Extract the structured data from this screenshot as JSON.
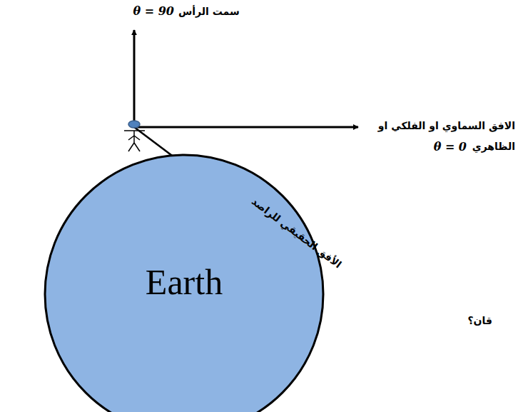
{
  "diagram": {
    "nodes": [
      {
        "text": [
          "Earth"
        ]
      }
    ],
    "edges": [],
    "labels": [
      "سمت الرأس",
      "θ = 90",
      "الافق السماوي او الفلكي او",
      "θ = 0",
      "الظاهري",
      "الأفق الحقيقي للراصد",
      "قان؟"
    ]
  }
}
